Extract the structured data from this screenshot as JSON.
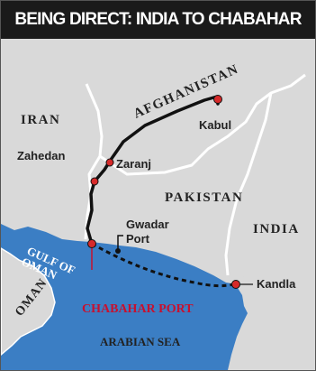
{
  "title": "BEING DIRECT: INDIA TO CHABAHAR",
  "countries": {
    "iran": "IRAN",
    "afghanistan": "AFGHANISTAN",
    "pakistan": "PAKISTAN",
    "india": "INDIA",
    "oman": "OMAN"
  },
  "cities": {
    "kabul": "Kabul",
    "zahedan": "Zahedan",
    "zaranj": "Zaranj",
    "gwadar_line1": "Gwadar",
    "gwadar_line2": "Port",
    "kandla": "Kandla",
    "chabahar": "CHABAHAR PORT"
  },
  "water": {
    "gulf_line1": "GULF OF",
    "gulf_line2": "OMAN",
    "sea": "ARABIAN SEA"
  },
  "colors": {
    "title_bg": "#1a1a1a",
    "land": "#d9d9d9",
    "sea": "#3b7ec4",
    "border": "#ffffff",
    "route": "#111111",
    "marker": "#d62a2a",
    "highlight": "#c8102e"
  }
}
